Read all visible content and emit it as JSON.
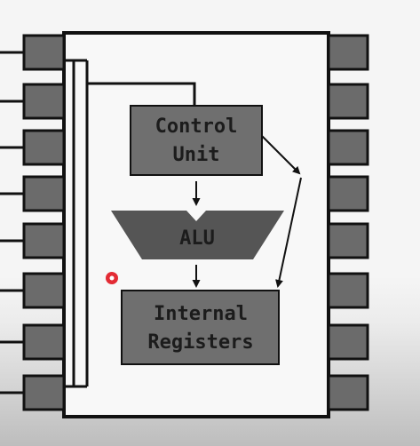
{
  "diagram": {
    "control_unit": {
      "line1": "Control",
      "line2": "Unit"
    },
    "alu": {
      "label": "ALU"
    },
    "registers": {
      "line1": "Internal",
      "line2": "Registers"
    }
  },
  "colors": {
    "chip_fill": "#f8f8f8",
    "outline": "#111111",
    "pin_fill": "#6b6b6b",
    "block_fill": "#6f6f6f",
    "alu_fill": "#555555",
    "pointer_dot": "#e0141e"
  },
  "pins": {
    "left_count": 8,
    "right_count": 8
  }
}
